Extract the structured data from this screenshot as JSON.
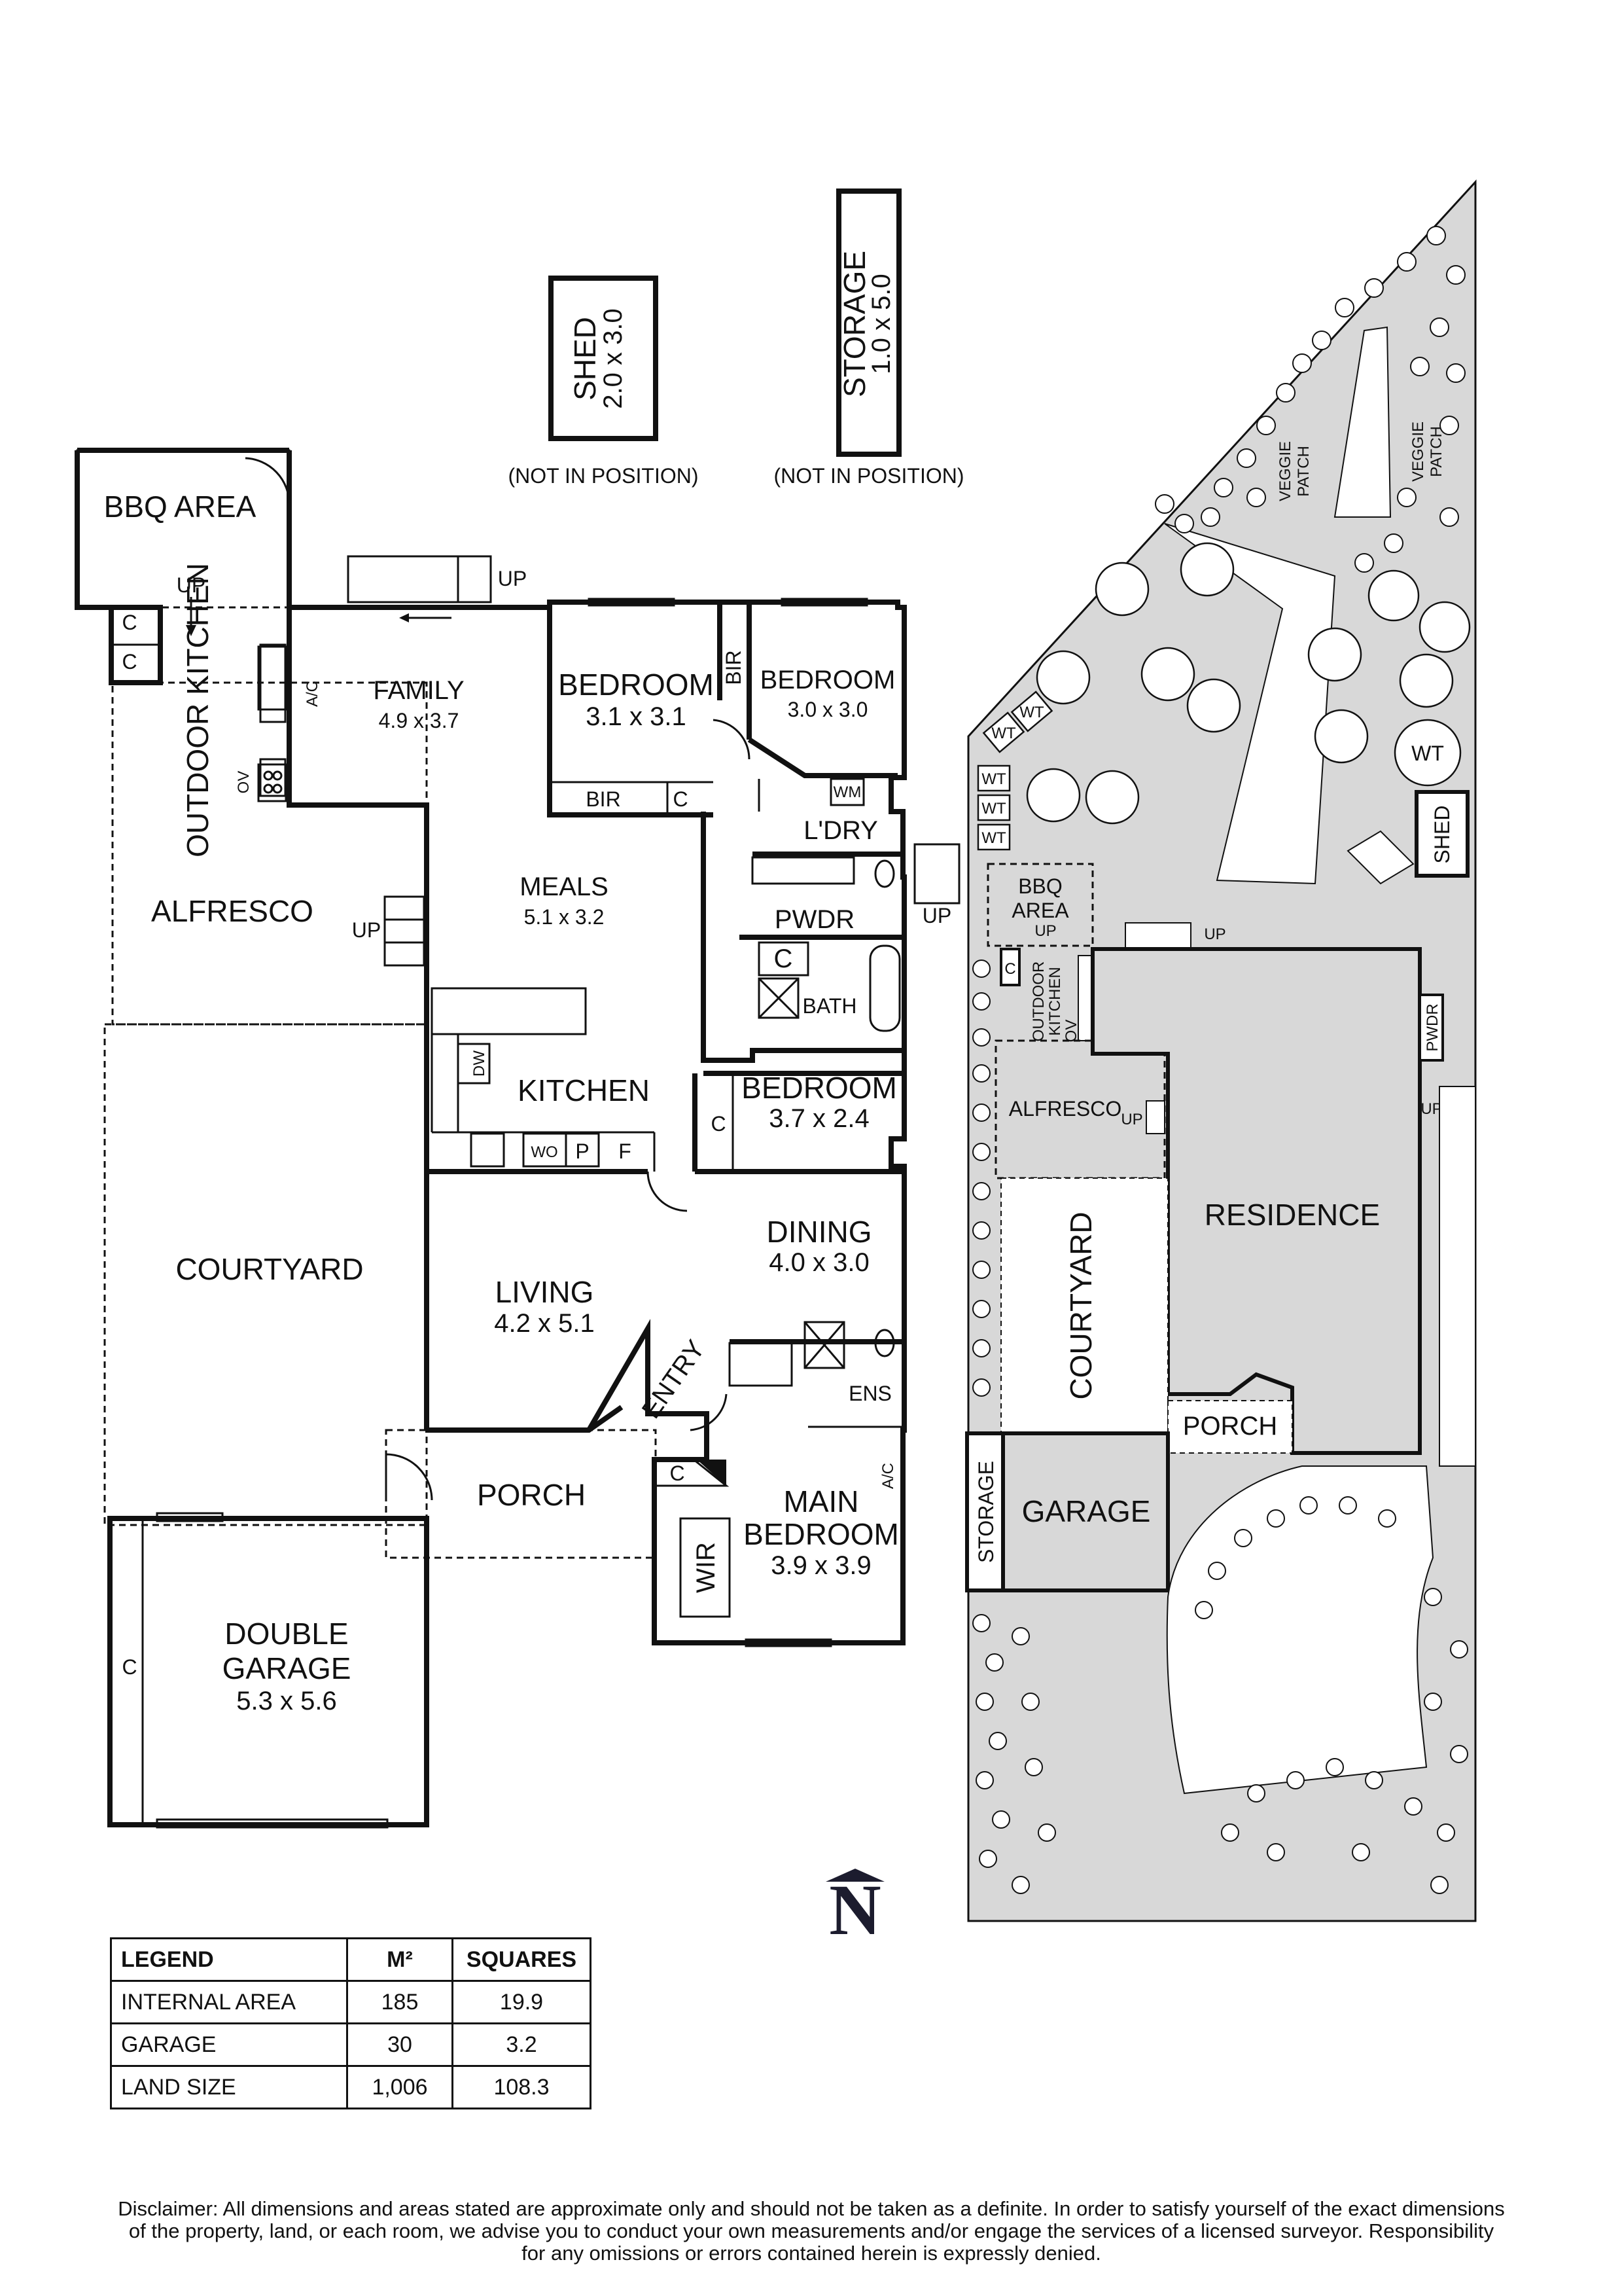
{
  "rooms": {
    "bbq_area": "BBQ AREA",
    "outdoor_kitchen": "OUTDOOR KITCHEN",
    "ov": "OV",
    "up": "UP",
    "cupboard": "C",
    "ac": "A/C",
    "family": "FAMILY",
    "family_dim": "4.9 x 3.7",
    "bedroom": "BEDROOM",
    "bedroom1_dim": "3.1 x 3.1",
    "bedroom2_dim": "3.0 x 3.0",
    "bedroom3_dim": "3.7 x 2.4",
    "bir": "BIR",
    "wm": "WM",
    "laundry": "L'DRY",
    "pwdr": "PWDR",
    "bath": "BATH",
    "meals": "MEALS",
    "meals_dim": "5.1 x 3.2",
    "alfresco": "ALFRESCO",
    "kitchen": "KITCHEN",
    "dw": "DW",
    "wo": "WO",
    "p": "P",
    "f": "F",
    "dining": "DINING",
    "dining_dim": "4.0 x 3.0",
    "living": "LIVING",
    "living_dim": "4.2 x 5.1",
    "courtyard": "COURTYARD",
    "entry": "ENTRY",
    "ens": "ENS",
    "porch": "PORCH",
    "main_bedroom_1": "MAIN",
    "main_bedroom_2": "BEDROOM",
    "main_bedroom_dim": "3.9 x 3.9",
    "wir": "WIR",
    "double_garage_1": "DOUBLE",
    "double_garage_2": "GARAGE",
    "double_garage_dim": "5.3 x 5.6"
  },
  "outbuildings": {
    "shed": "SHED",
    "shed_dim": "2.0 x 3.0",
    "storage": "STORAGE",
    "storage_dim": "1.0 x 5.0",
    "not_in_position": "(NOT IN POSITION)"
  },
  "site": {
    "veggie_patch_1": "VEGGIE",
    "veggie_patch_2": "PATCH",
    "wt": "WT",
    "shed": "SHED",
    "bbq_1": "BBQ",
    "bbq_2": "AREA",
    "outdoor_1": "OUTDOOR",
    "outdoor_2": "KITCHEN",
    "ov": "OV",
    "up": "UP",
    "cupboard": "C",
    "alfresco": "ALFRESCO",
    "pwdr": "PWDR",
    "residence": "RESIDENCE",
    "courtyard": "COURTYARD",
    "porch": "PORCH",
    "storage": "STORAGE",
    "garage": "GARAGE"
  },
  "north": "N",
  "legend": {
    "headers": [
      "LEGEND",
      "M²",
      "SQUARES"
    ],
    "rows": [
      [
        "INTERNAL AREA",
        "185",
        "19.9"
      ],
      [
        "GARAGE",
        "30",
        "3.2"
      ],
      [
        "LAND SIZE",
        "1,006",
        "108.3"
      ]
    ]
  },
  "disclaimer": [
    "Disclaimer: All dimensions and areas stated are approximate only and should not be taken as a definite. In order to satisfy yourself of the exact dimensions",
    "of the property, land, or each room, we advise you to conduct your own measurements and/or engage the services of a licensed surveyor. Responsibility",
    "for any omissions or errors contained herein is expressly denied."
  ]
}
